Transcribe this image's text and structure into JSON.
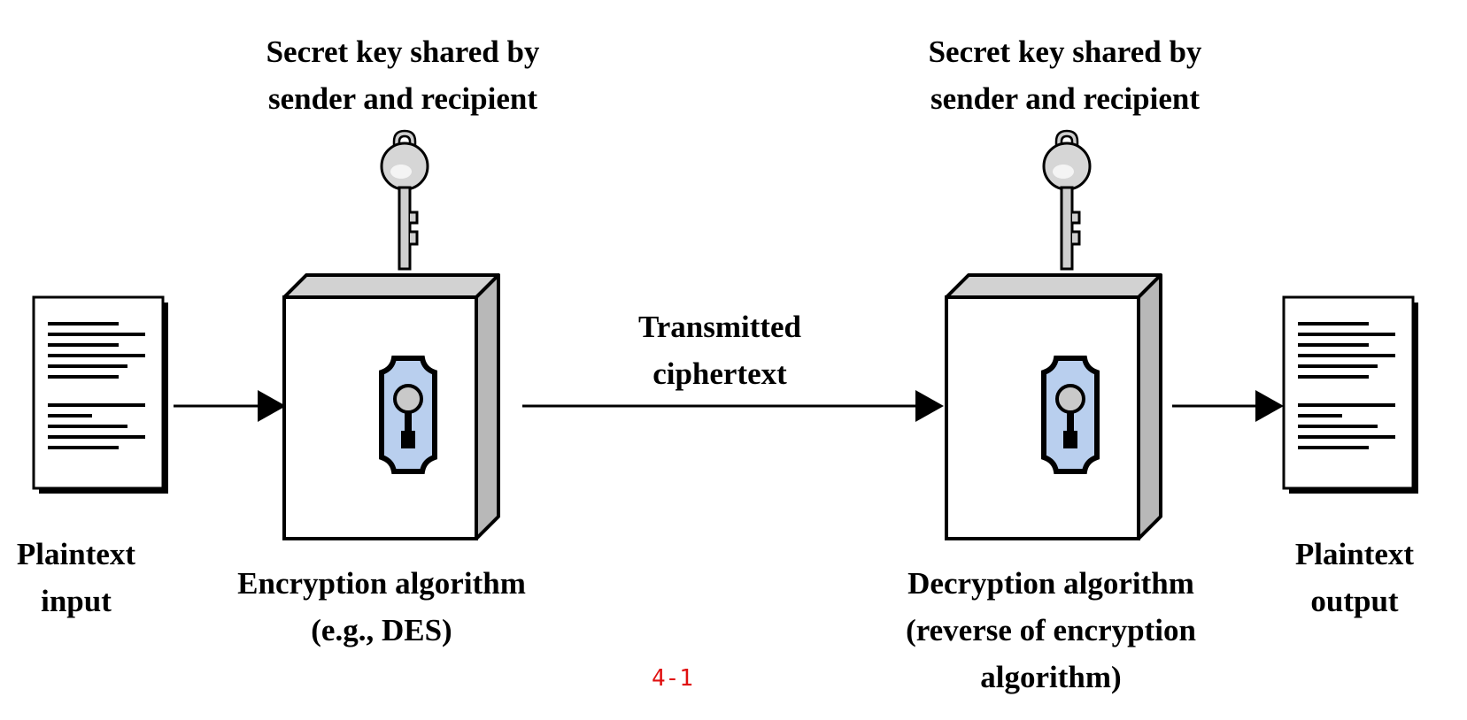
{
  "labels": {
    "key_left": [
      "Secret key shared by",
      "sender and recipient"
    ],
    "key_right": [
      "Secret key shared by",
      "sender and recipient"
    ],
    "transmitted": [
      "Transmitted",
      "ciphertext"
    ],
    "plaintext_input": [
      "Plaintext",
      "input"
    ],
    "encryption": [
      "Encryption algorithm",
      "(e.g., DES)"
    ],
    "decryption": [
      "Decryption algorithm",
      "(reverse of encryption",
      "algorithm)"
    ],
    "plaintext_output": [
      "Plaintext",
      "output"
    ]
  },
  "caption": "4-1",
  "colors": {
    "caption": "#e01010",
    "lock_plate": "#b9cfee",
    "box_side": "#b8b8b8",
    "box_top": "#d2d2d2"
  },
  "icons": [
    "document-icon",
    "key-icon",
    "lock-icon",
    "arrow-icon"
  ]
}
